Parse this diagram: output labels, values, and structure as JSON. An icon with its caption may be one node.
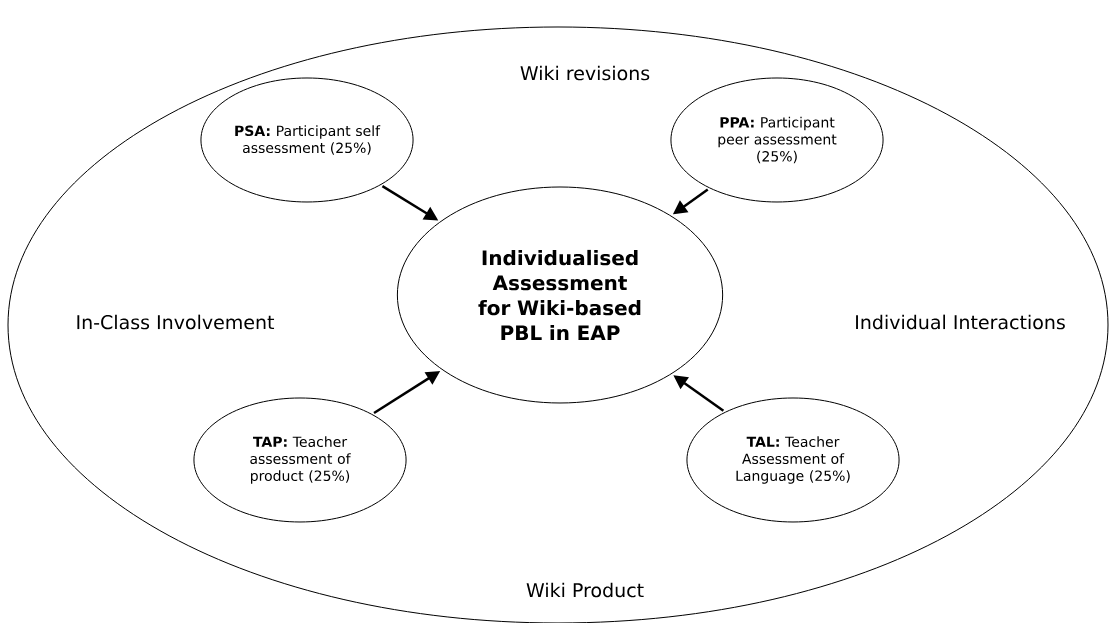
{
  "diagram": {
    "nodes": [
      {
        "text": [
          "Wiki revisions",
          "In-Class Involvement",
          "Individual Interactions",
          "Wiki Product"
        ]
      },
      {
        "text": [
          "**PSA:** Participant self assessment (25%)"
        ],
        "in": 0
      },
      {
        "text": [
          "**PPA:** Participant peer assessment (25%)"
        ],
        "in": 0
      },
      {
        "text": [
          "Individualised Assessment for Wiki-based PBL in EAP"
        ],
        "in": 0
      },
      {
        "text": [
          "**TAP:** Teacher assessment of product (25%)"
        ],
        "in": 0
      },
      {
        "text": [
          "**TAL:** Teacher Assessment of Language (25%)"
        ],
        "in": 0
      }
    ],
    "edges": [
      {
        "from": 1,
        "to": 3,
        "arrow": "to"
      },
      {
        "from": 2,
        "to": 3,
        "arrow": "to"
      },
      {
        "from": 4,
        "to": 3,
        "arrow": "to"
      },
      {
        "from": 5,
        "to": 3,
        "arrow": "to"
      }
    ]
  }
}
